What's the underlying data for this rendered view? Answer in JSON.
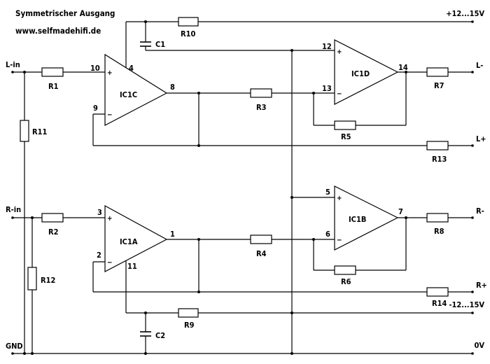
{
  "header": {
    "title": "Symmetrischer Ausgang",
    "url": "www.selfmadehifi.de"
  },
  "rails": {
    "pos_supply": "+12...15V",
    "neg_supply": "-12...15V",
    "gnd_left": "GND",
    "gnd_right": "0V"
  },
  "inputs": {
    "left": "L-in",
    "right": "R-in"
  },
  "outputs": {
    "left_minus": "L-",
    "left_plus": "L+",
    "right_minus": "R-",
    "right_plus": "R+"
  },
  "opamps": {
    "ic1c": "IC1C",
    "ic1d": "IC1D",
    "ic1a": "IC1A",
    "ic1b": "IC1B"
  },
  "pins": {
    "p10": "10",
    "p4": "4",
    "p9": "9",
    "p8": "8",
    "p12": "12",
    "p13": "13",
    "p14": "14",
    "p3": "3",
    "p2": "2",
    "p1": "1",
    "p11": "11",
    "p5": "5",
    "p6": "6",
    "p7": "7"
  },
  "signs": {
    "plus": "+",
    "minus": "−"
  },
  "resistors": {
    "r1": "R1",
    "r2": "R2",
    "r3": "R3",
    "r4": "R4",
    "r5": "R5",
    "r6": "R6",
    "r7": "R7",
    "r8": "R8",
    "r9": "R9",
    "r10": "R10",
    "r11": "R11",
    "r12": "R12",
    "r13": "R13",
    "r14": "R14"
  },
  "capacitors": {
    "c1": "C1",
    "c2": "C2"
  }
}
